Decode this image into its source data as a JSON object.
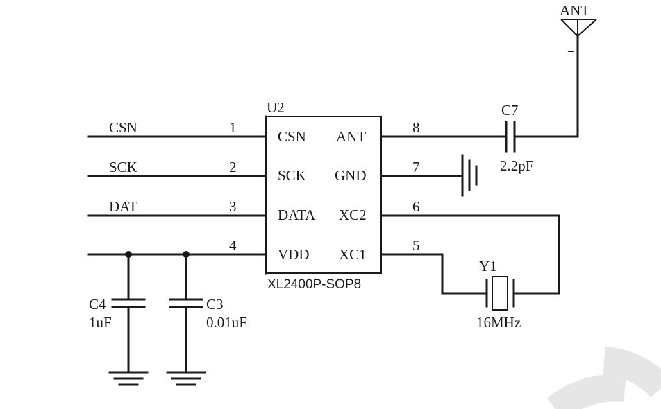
{
  "chip": {
    "refdes": "U2",
    "part": "XL2400P-SOP8",
    "pins_left": [
      {
        "num": "1",
        "name": "CSN"
      },
      {
        "num": "2",
        "name": "SCK"
      },
      {
        "num": "3",
        "name": "DATA"
      },
      {
        "num": "4",
        "name": "VDD"
      }
    ],
    "pins_right": [
      {
        "num": "8",
        "name": "ANT"
      },
      {
        "num": "7",
        "name": "GND"
      },
      {
        "num": "6",
        "name": "XC2"
      },
      {
        "num": "5",
        "name": "XC1"
      }
    ]
  },
  "nets": {
    "csn": "CSN",
    "sck": "SCK",
    "dat": "DAT"
  },
  "antenna": {
    "label": "ANT"
  },
  "c7": {
    "ref": "C7",
    "value": "2.2pF"
  },
  "c4": {
    "ref": "C4",
    "value": "1uF"
  },
  "c3": {
    "ref": "C3",
    "value": "0.01uF"
  },
  "y1": {
    "ref": "Y1",
    "value": "16MHz"
  }
}
